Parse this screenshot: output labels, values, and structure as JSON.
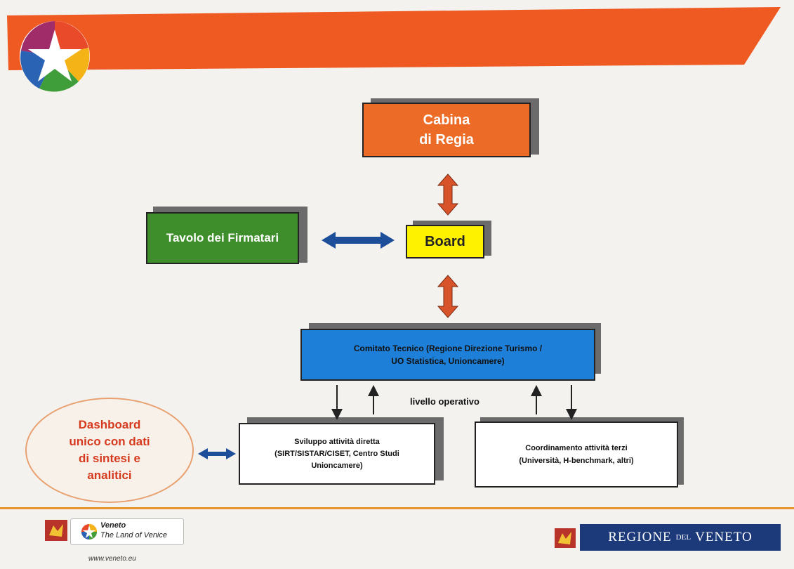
{
  "diagram": {
    "nodes": {
      "cabina": "Cabina\ndi Regia",
      "tavolo": "Tavolo dei Firmatari",
      "board": "Board",
      "comitato": "Comitato Tecnico  (Regione Direzione Turismo /\nUO Statistica, Unioncamere)",
      "sviluppo": "Sviluppo attività diretta\n(SIRT/SISTAR/CISET, Centro Studi\nUnioncamere)",
      "coordinamento": "Coordinamento attività terzi\n(Università, H-benchmark, altri)",
      "dashboard": "Dashboard\nunico con dati\ndi sintesi e\nanalitici"
    },
    "labels": {
      "livello_operativo": "livello operativo"
    }
  },
  "footer": {
    "brand_line1": "Veneto",
    "brand_line2": "The Land of Venice",
    "url": "www.veneto.eu",
    "region_prefix": "REGIONE",
    "region_del": "DEL",
    "region_name": "VENETO"
  },
  "colors": {
    "header_orange": "#ef5a23",
    "cabina": "#ec6b26",
    "tavolo": "#3e8e2b",
    "board": "#fff200",
    "comitato": "#1e7fd8",
    "arrow_orange": "#d9532a",
    "arrow_blue": "#1d4e9a",
    "region_bg": "#1c3a7a"
  }
}
